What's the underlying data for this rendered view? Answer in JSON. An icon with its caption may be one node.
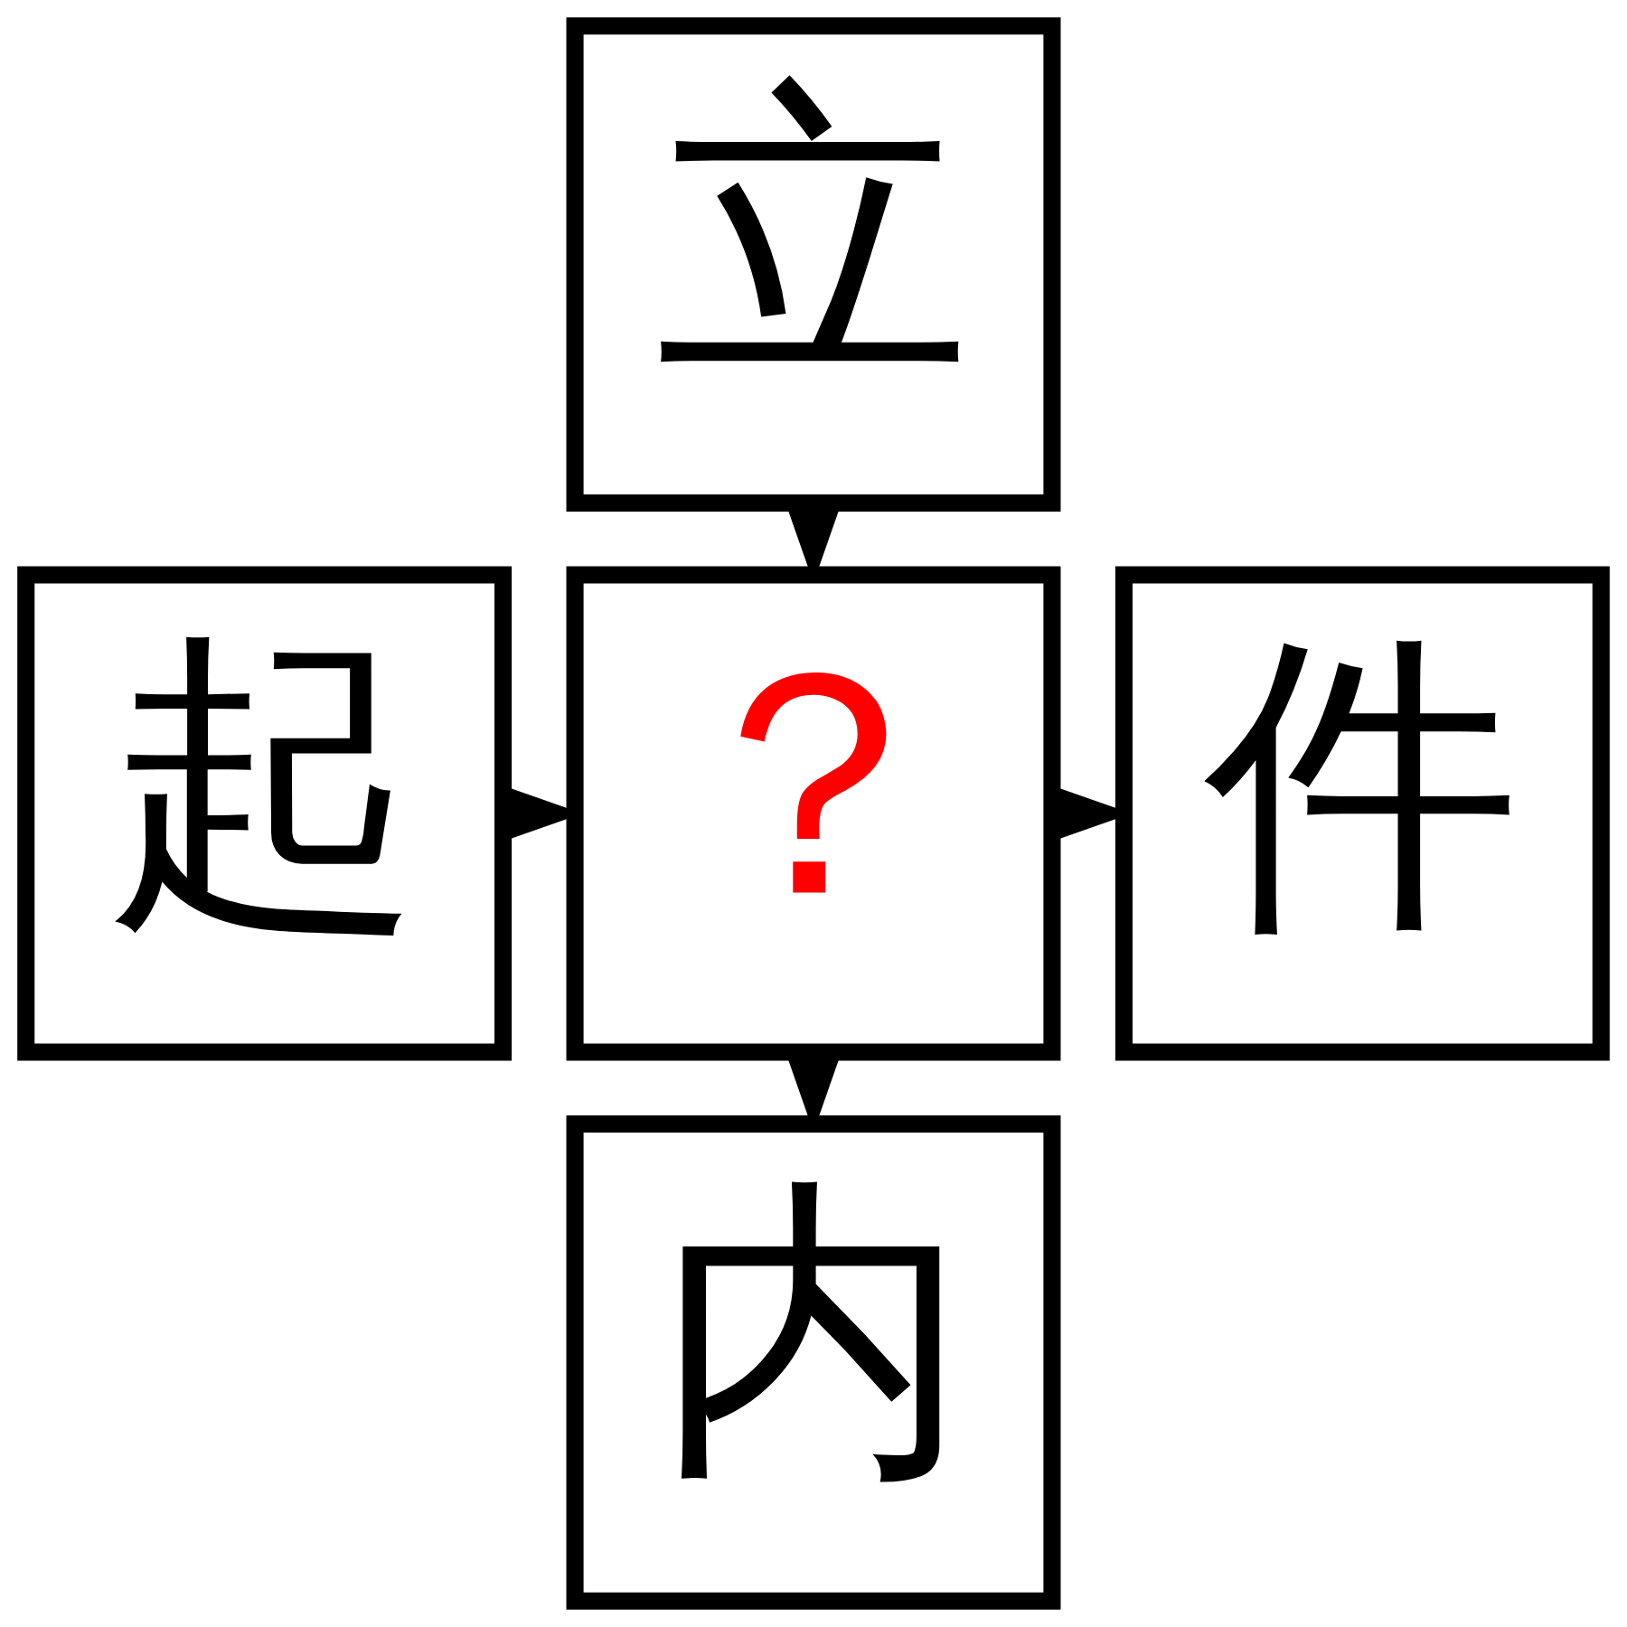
{
  "diagram": {
    "nodes": [
      {
        "text": [
          "立"
        ]
      },
      {
        "text": [
          "起"
        ]
      },
      {
        "text": [
          "？"
        ]
      },
      {
        "text": [
          "件"
        ]
      },
      {
        "text": [
          "内"
        ]
      }
    ],
    "edges": [
      {
        "from": 0,
        "to": 2,
        "arrow": "to"
      },
      {
        "from": 1,
        "to": 2,
        "arrow": "to"
      },
      {
        "from": 2,
        "to": 3,
        "arrow": "to"
      },
      {
        "from": 2,
        "to": 4,
        "arrow": "to"
      }
    ]
  }
}
